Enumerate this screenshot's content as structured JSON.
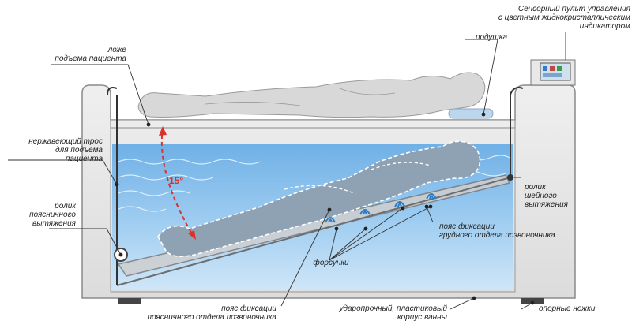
{
  "labels": {
    "control_panel": [
      "Сенсорный пульт управления",
      "с цветным жидкокристаллическим",
      "индикатором"
    ],
    "bed": [
      "ложе",
      "подъема пациента"
    ],
    "pillow": [
      "подушка"
    ],
    "cable": [
      "нержавеющий трос",
      "для подъема",
      "пациента"
    ],
    "lumbar_roller": [
      "ролик",
      "поясничного",
      "вытяжения"
    ],
    "neck_roller": [
      "ролик",
      "шейного",
      "вытяжения"
    ],
    "chest_belt": [
      "пояс фиксации",
      "грудного отдела позвоночника"
    ],
    "nozzles": [
      "форсунки"
    ],
    "lumbar_belt": [
      "пояс фиксации",
      "поясничного отдела позвоночника"
    ],
    "tub_body": [
      "ударопрочный, пластиковый",
      "корпус ванны"
    ],
    "feet": [
      "опорные ножки"
    ]
  },
  "angle_label": "15°",
  "colors": {
    "water": "#9cc8ec",
    "water_dark": "#5e9fd8",
    "tub": "#e4e4e4",
    "tub_stroke": "#8a8a8a",
    "angle": "#d9322a",
    "body": "#d8d8d8",
    "body_submerged": "#8fa2b4"
  }
}
